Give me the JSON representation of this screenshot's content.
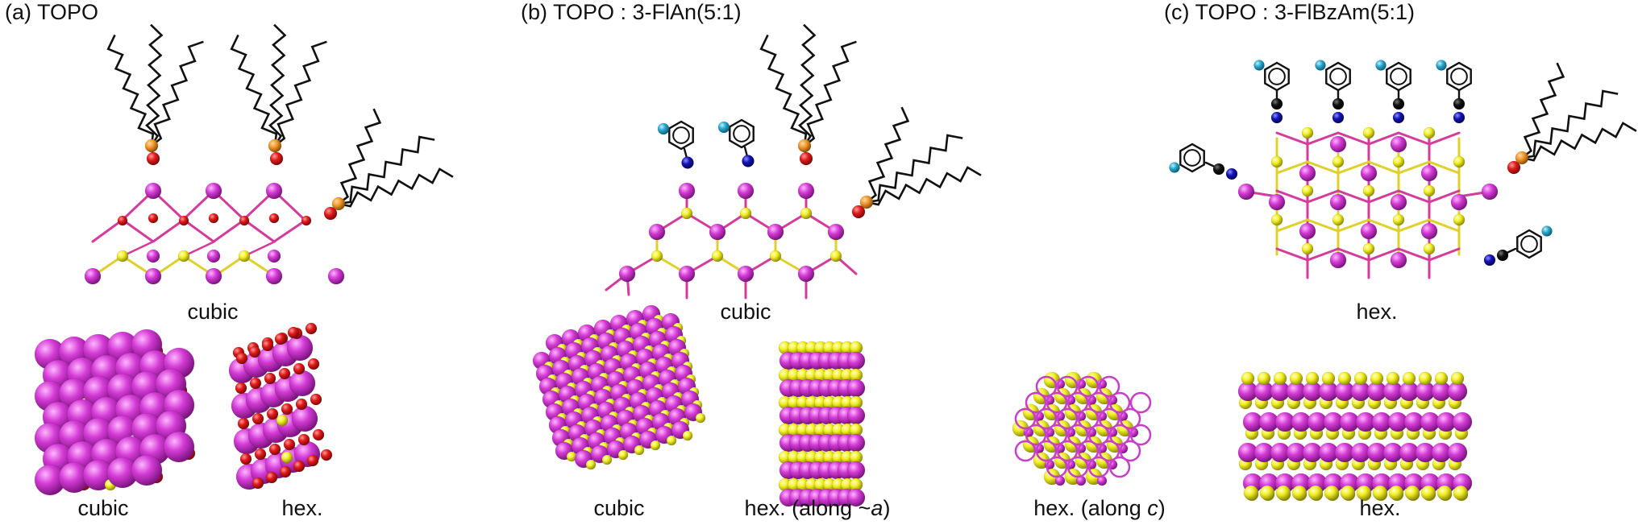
{
  "panels": [
    {
      "title": "(a) TOPO",
      "top_label": "cubic",
      "bottom_labels": [
        "cubic",
        "hex."
      ]
    },
    {
      "title": "(b) TOPO : 3-FlAn(5:1)",
      "top_label": "cubic",
      "bottom_labels": [
        "cubic",
        "hex. (along ~",
        "a",
        ")",
        "hex. (along ",
        "c",
        ")"
      ]
    },
    {
      "title": "(c) TOPO : 3-FlBzAm(5:1)",
      "top_label": "hex.",
      "bottom_labels": [
        "hex."
      ]
    }
  ],
  "colors": {
    "cation": "#d43bd6",
    "anion": "#f3f023",
    "oxygen": "#e21a1a",
    "phosphorus": "#f29a2e",
    "nitrogen": "#1212b8",
    "fluorine": "#29a9d0",
    "carbon": "#111111",
    "chain": "#111111"
  }
}
